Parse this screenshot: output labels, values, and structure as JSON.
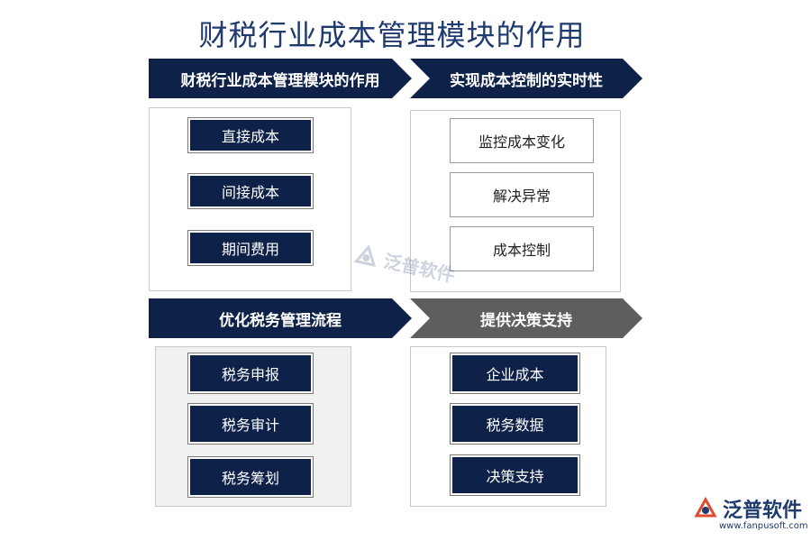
{
  "title": "财税行业成本管理模块的作用",
  "sections": [
    {
      "heading": "财税行业成本管理模块的作用",
      "items": [
        "直接成本",
        "间接成本",
        "期间费用"
      ]
    },
    {
      "heading": "实现成本控制的实时性",
      "items": [
        "监控成本变化",
        "解决异常",
        "成本控制"
      ]
    },
    {
      "heading": "优化税务管理流程",
      "items": [
        "税务申报",
        "税务审计",
        "税务筹划"
      ]
    },
    {
      "heading": "提供决策支持",
      "items": [
        "企业成本",
        "税务数据",
        "决策支持"
      ]
    }
  ],
  "watermark": {
    "text": "泛普软件",
    "icon": "fanpu-logo-icon"
  },
  "logo": {
    "text": "泛普软件",
    "url": "www.fanpusoft.com",
    "icon": "fanpu-logo-icon"
  },
  "colors": {
    "dark": "#0e2149",
    "gray_banner": "#5e5e5e",
    "title": "#1f3a6e",
    "logo_red": "#e04a2f"
  }
}
